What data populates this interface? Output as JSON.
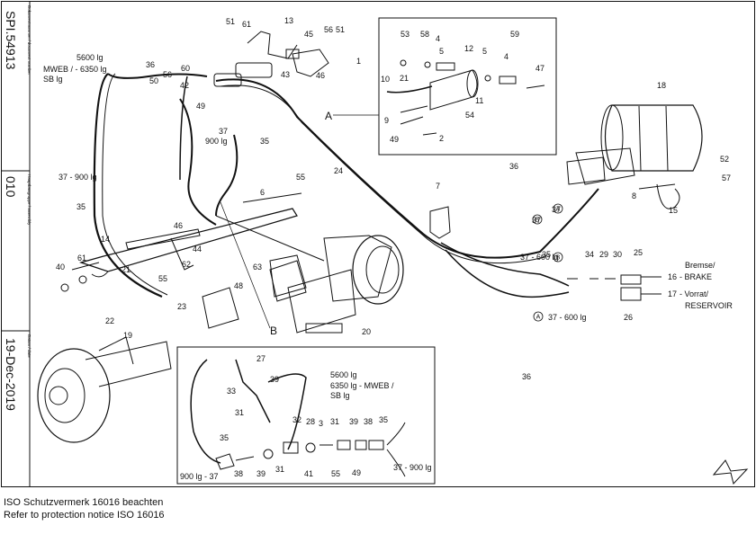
{
  "sidebar": {
    "doc_label": "Dokumentnummer / document number",
    "doc_number": "SPI.54913",
    "group_label": "Hauptbaugruppe / assembly",
    "group_number": "010",
    "date_label": "Datum / date",
    "date": "19-Dec-2019"
  },
  "notice": {
    "line1": "ISO Schutzvermerk 16016 beachten",
    "line2": "Refer to protection notice ISO 16016"
  },
  "detail_labels": {
    "a": "A",
    "b": "B"
  },
  "callouts": [
    "1",
    "2",
    "3",
    "4",
    "4",
    "5",
    "5",
    "6",
    "7",
    "8",
    "9",
    "10",
    "11",
    "12",
    "13",
    "14",
    "15",
    "18",
    "19",
    "20",
    "21",
    "21",
    "22",
    "23",
    "24",
    "25",
    "26",
    "27",
    "28",
    "29",
    "30",
    "31",
    "31",
    "31",
    "32",
    "33",
    "34",
    "35",
    "35",
    "35",
    "35",
    "35",
    "36",
    "36",
    "36",
    "38",
    "38",
    "39",
    "39",
    "39",
    "40",
    "41",
    "42",
    "43",
    "44",
    "45",
    "46",
    "46",
    "47",
    "48",
    "49",
    "49",
    "49",
    "50",
    "51",
    "51",
    "52",
    "53",
    "54",
    "55",
    "55",
    "55",
    "56",
    "56",
    "57",
    "58",
    "59",
    "60",
    "61",
    "61",
    "62",
    "63"
  ],
  "text_labels": {
    "len_5600_top": "5600 lg",
    "mweb_top": "MWEB / - 6350 lg",
    "sb_top": "SB lg",
    "l37_900_left": "37 - 900 lg",
    "l37_900_mid": "37",
    "l900_mid": "900 lg",
    "l37_600_b": "37 - 600 lg",
    "l37_600_a": "37 - 600 lg",
    "l37_b": "37",
    "l37_a": "37",
    "brake_de": "Bremse/",
    "brake_num": "16",
    "brake_en": "- BRAKE",
    "res_num": "17",
    "res_de": "- Vorrat/",
    "res_en": "RESERVOIR",
    "b_5600": "5600 lg",
    "b_6350": "6350 lg - MWEB /",
    "b_sb": "SB lg",
    "b_900_37": "900 lg - 37",
    "b_37_900": "37 - 900 lg"
  },
  "circled_letters": [
    "A",
    "B",
    "B",
    "A"
  ]
}
